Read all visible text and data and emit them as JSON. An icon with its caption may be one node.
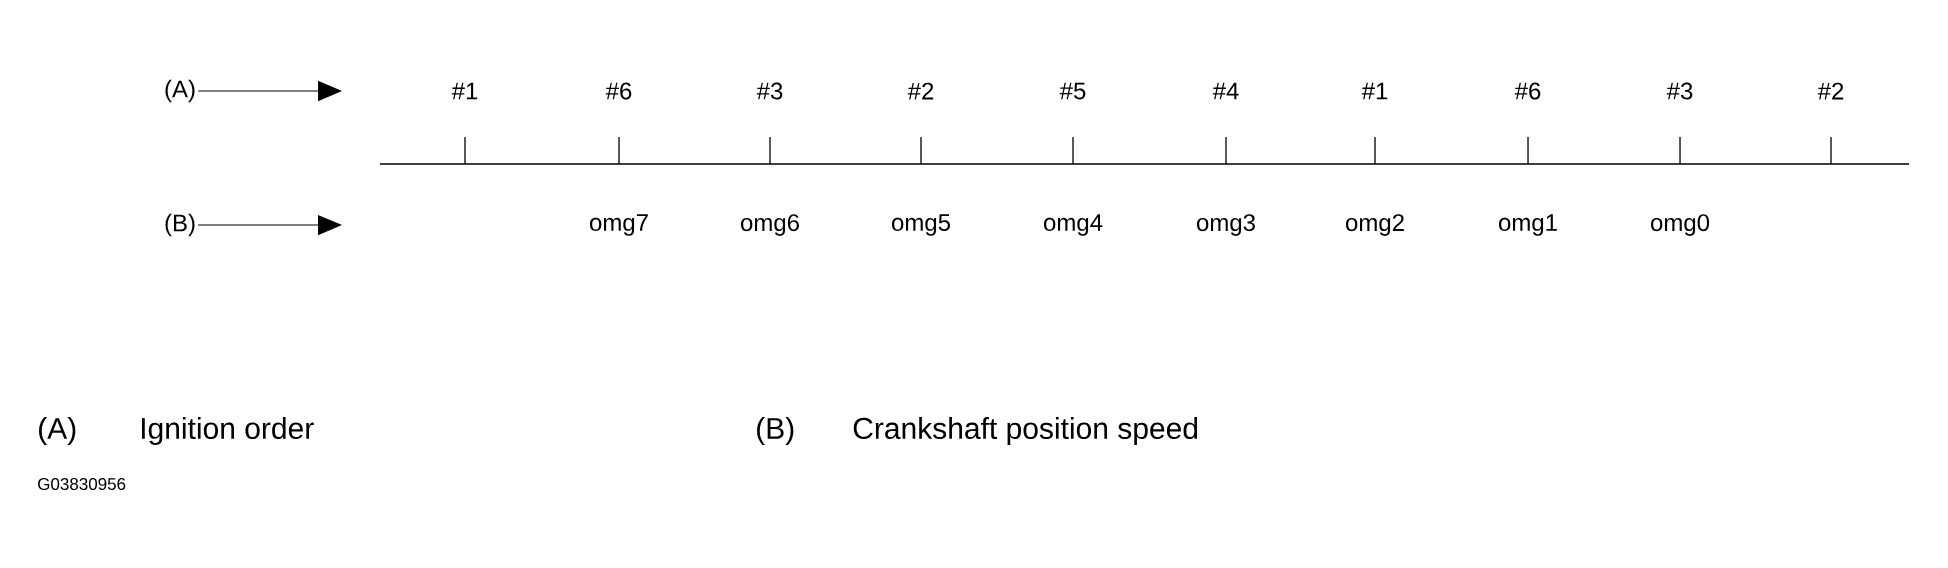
{
  "diagram": {
    "nodes": [
      {
        "text": [
          "(A)"
        ]
      },
      {
        "text": [
          "(B)"
        ]
      }
    ],
    "edges": [
      {
        "from": 0,
        "to": null,
        "arrow": "to"
      },
      {
        "from": 1,
        "to": null,
        "arrow": "to"
      }
    ],
    "labels": [
      "#1",
      "#6",
      "#3",
      "#2",
      "#5",
      "#4",
      "#1",
      "#6",
      "#3",
      "#2",
      "omg7",
      "omg6",
      "omg5",
      "omg4",
      "omg3",
      "omg2",
      "omg1",
      "omg0",
      "(A)",
      "Ignition order",
      "(B)",
      "Crankshaft position speed",
      "G03830956"
    ]
  }
}
